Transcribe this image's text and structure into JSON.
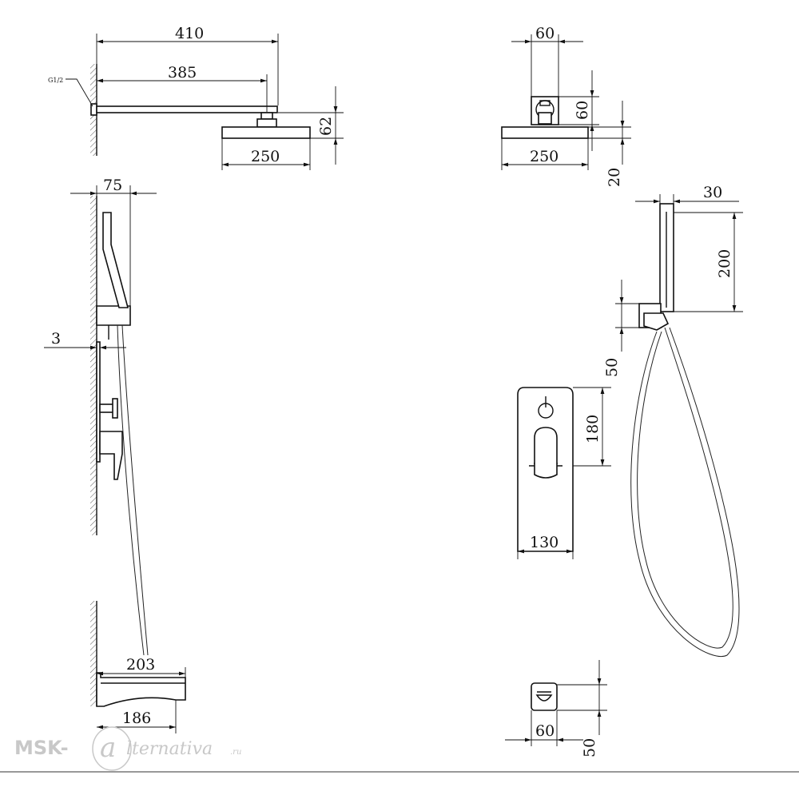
{
  "thread_label": "G1/2",
  "dimensions": {
    "arm_total": "410",
    "arm_inner": "385",
    "head_height": "62",
    "head_width_side": "250",
    "flange_width": "60",
    "flange_height": "60",
    "head_width_front": "250",
    "head_thickness": "20",
    "handle_depth": "75",
    "wall_gap": "3",
    "handshower_width": "30",
    "handshower_height": "200",
    "holder_height": "50",
    "plate_height": "180",
    "plate_width": "130",
    "spout_length": "203",
    "spout_inner": "186",
    "spout_front_width": "60",
    "spout_front_height": "50"
  },
  "watermark": {
    "brand_prefix": "MSK-",
    "letter": "a",
    "name": "lternativa",
    "suffix": ".ru"
  }
}
